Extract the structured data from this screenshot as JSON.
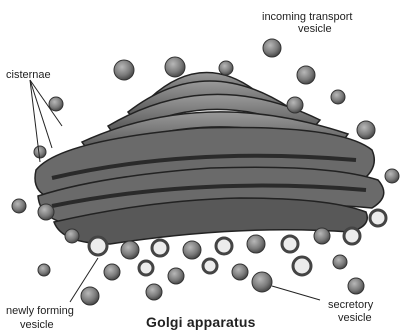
{
  "labels": {
    "incoming": [
      "incoming transport",
      "vesicle"
    ],
    "cisternae": "cisternae",
    "newly_forming": [
      "newly forming",
      "vesicle"
    ],
    "secretory": [
      "secretory",
      "vesicle"
    ]
  },
  "title": "Golgi apparatus",
  "colors": {
    "cisterna_top": "#8c8c8c",
    "cisterna_side": "#5f5f5f",
    "lumen": "#2a2a2a",
    "vesicle": "#7a7a7a",
    "vesicle_ring_outer": "#4a4a4a",
    "vesicle_ring_inner": "#e8e8e8",
    "text": "#222222"
  }
}
